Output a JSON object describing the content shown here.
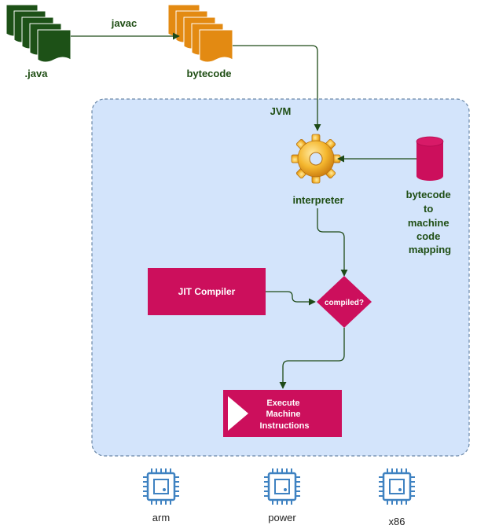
{
  "colors": {
    "source_green": "#1d5117",
    "bytecode_orange": "#e38a12",
    "magenta": "#cc0f5c",
    "jvm_fill": "#d3e4fb",
    "jvm_border": "#6b88a8",
    "arrow": "#1e4a17",
    "label_green": "#1f4e14",
    "cpu_blue": "#3f82c1"
  },
  "source": {
    "label": ".java",
    "icon": "document-stack-icon"
  },
  "compile_step": {
    "label": "javac"
  },
  "bytecode": {
    "label": "bytecode",
    "icon": "document-stack-icon"
  },
  "jvm": {
    "label": "JVM",
    "interpreter": {
      "label": "interpreter",
      "icon": "gear-icon"
    },
    "mapping_db": {
      "label_lines": [
        "bytecode",
        "to",
        "machine",
        "code",
        "mapping"
      ],
      "icon": "database-cylinder-icon"
    },
    "jit_compiler": {
      "label": "JIT Compiler"
    },
    "decision": {
      "label": "compiled?"
    },
    "execute": {
      "label_lines": [
        "Execute",
        "Machine",
        "Instructions"
      ],
      "icon": "play-triangle-icon"
    }
  },
  "cpus": [
    {
      "label": "arm",
      "icon": "cpu-chip-icon"
    },
    {
      "label": "power",
      "icon": "cpu-chip-icon"
    },
    {
      "label": "x86",
      "icon": "cpu-chip-icon"
    }
  ]
}
